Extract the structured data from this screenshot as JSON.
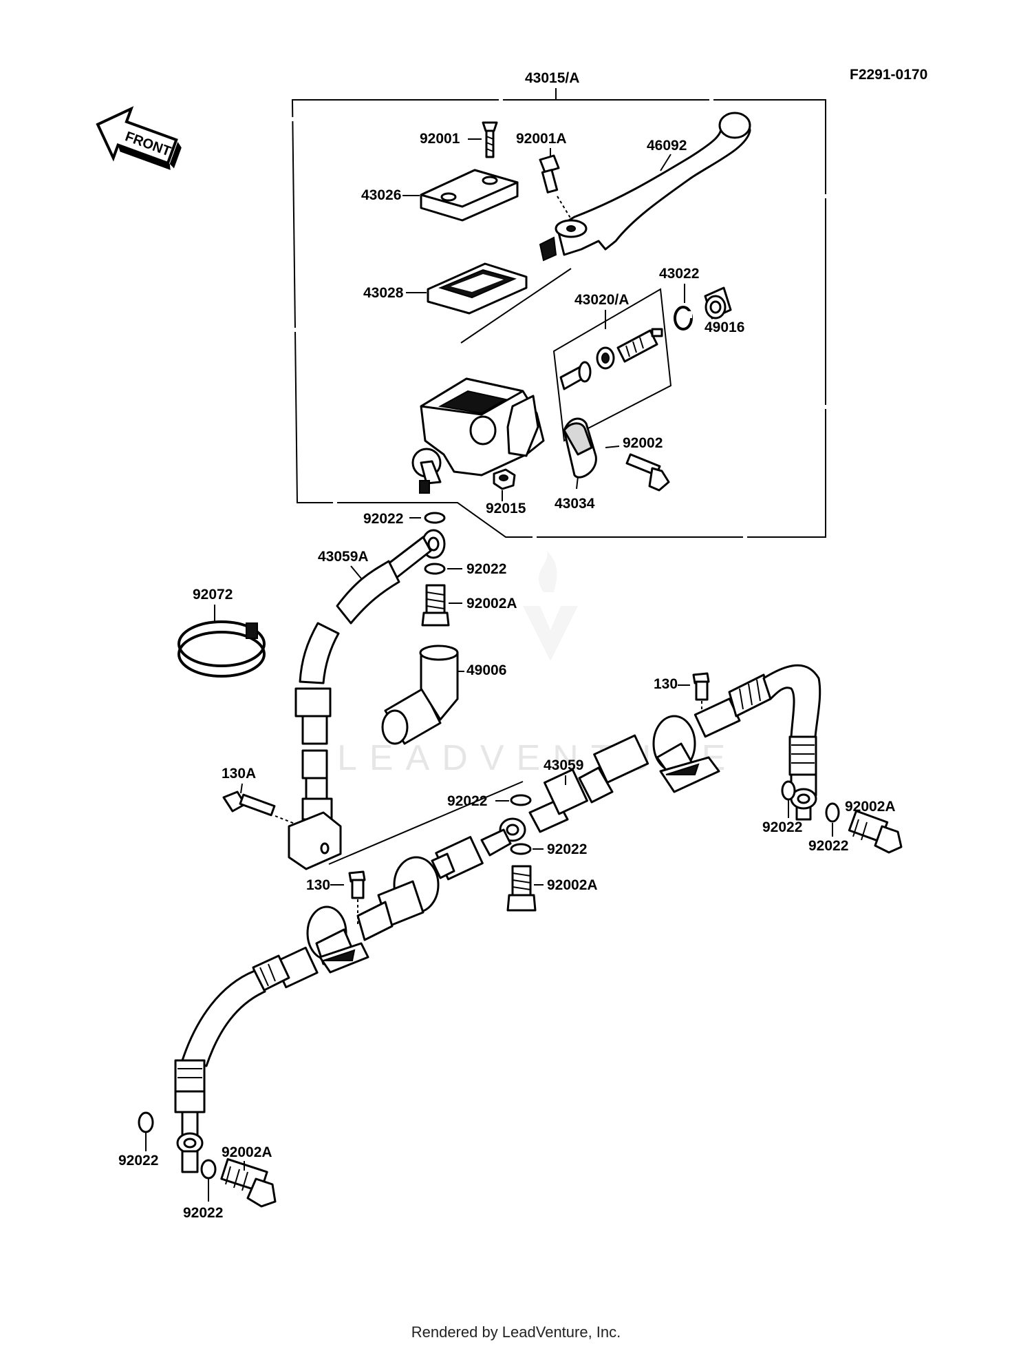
{
  "diagram_code": "F2291-0170",
  "front_label": "FRONT",
  "watermark": "LEADVENTURE",
  "footer": "Rendered by LeadVenture, Inc.",
  "labels": {
    "assembly": "43015/A",
    "screw": "92001",
    "bolt_lever": "92001A",
    "lever": "46092",
    "cap": "43026",
    "diaphragm": "43028",
    "piston_kit": "43020/A",
    "circlip": "43022",
    "boot": "49016",
    "clamp_bolt": "92002",
    "clamp": "43034",
    "bleeder": "92015",
    "washer_top": "92022",
    "hose_upper": "43059A",
    "washer_a": "92022",
    "banjo_bolt_a": "92002A",
    "joint": "49006",
    "band": "92072",
    "bolt_130_top": "130",
    "bolt_130a": "130A",
    "washer_mid": "92022",
    "hose_lower": "43059",
    "washer_mid2": "92022",
    "banjo_bolt_mid": "92002A",
    "bolt_130_mid": "130",
    "washer_r1": "92022",
    "banjo_bolt_r": "92002A",
    "washer_r2": "92022",
    "washer_l1": "92022",
    "banjo_bolt_l": "92002A",
    "washer_l2": "92022"
  }
}
